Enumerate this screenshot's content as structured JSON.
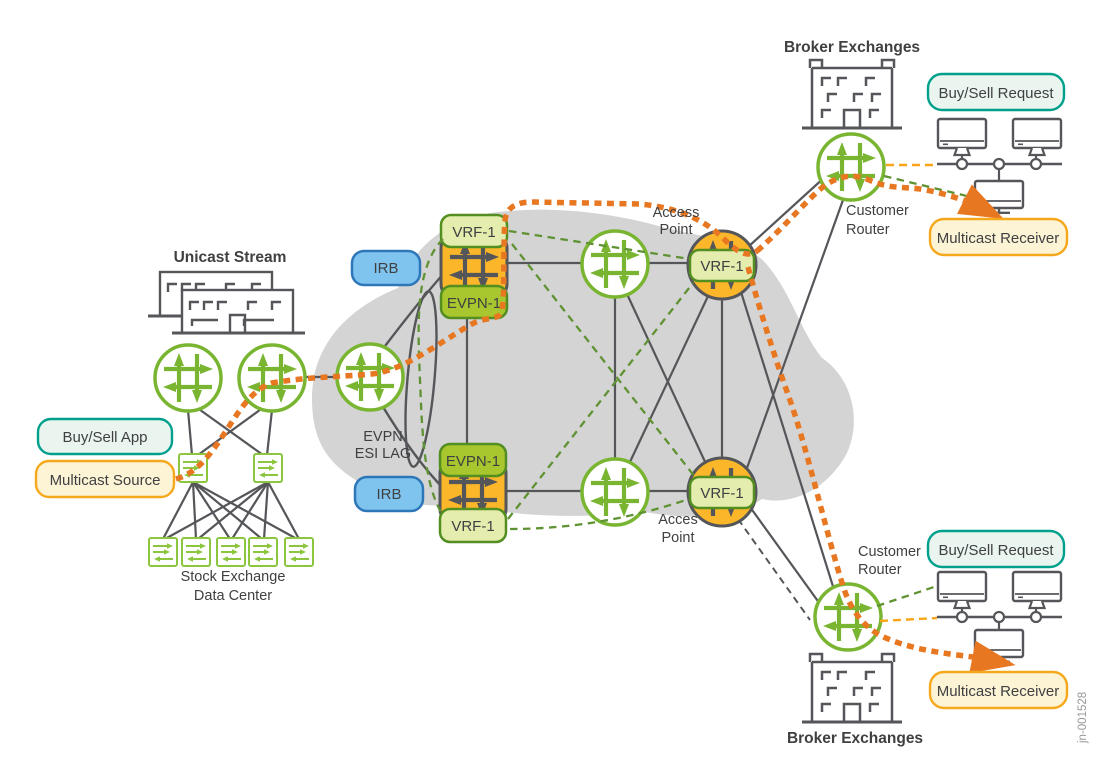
{
  "colors": {
    "juniper_green": "#79b530",
    "dark_gray_lines": "#55565a",
    "cloud_gray": "#d4d4d4",
    "olive_dashed": "#5f9232",
    "multicast_orange": "#e87722",
    "thin_orange_dashed": "#f9a51a",
    "pe_orange_fill": "#fcb62a",
    "vrf_fill": "#e4edae",
    "evpn_fill": "#a8c72e",
    "pill_stroke": "#538e20",
    "irb_fill": "#7fc4ef",
    "irb_stroke": "#2d77b8",
    "teal_box_stroke": "#00a08c",
    "teal_box_fill": "#eaf5ef",
    "yellow_box_fill": "#fdf4d6",
    "yellow_box_stroke": "#f6a81c",
    "text": "#3f4042"
  },
  "left": {
    "title": "Unicast Stream",
    "app_label": "Buy/Sell App",
    "source_label": "Multicast Source",
    "dc_line1": "Stock Exchange",
    "dc_line2": "Data Center"
  },
  "cloud": {
    "esi_line1": "EVPN",
    "esi_line2": "ESI LAG",
    "irb_label": "IRB",
    "vrf_label": "VRF-1",
    "evpn_label": "EVPN-1",
    "access_top_line1": "Access",
    "access_top_line2": "Point",
    "access_bottom_line1": "Acces",
    "access_bottom_line2": "Point"
  },
  "broker_top": {
    "title": "Broker Exchanges",
    "customer_line1": "Customer",
    "customer_line2": "Router",
    "request_label": "Buy/Sell Request",
    "receiver_label": "Multicast Receiver"
  },
  "broker_bottom": {
    "title": "Broker Exchanges",
    "customer_line1": "Customer",
    "customer_line2": "Router",
    "request_label": "Buy/Sell Request",
    "receiver_label": "Multicast Receiver"
  },
  "watermark": "jn-001528"
}
